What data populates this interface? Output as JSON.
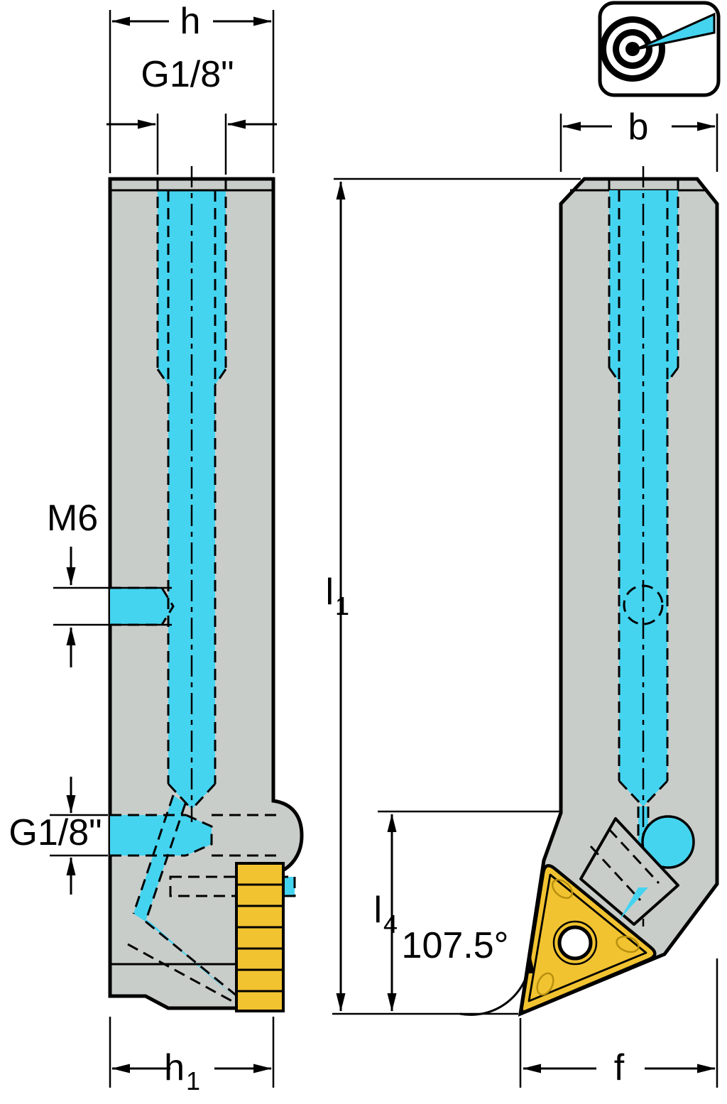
{
  "title": "tool-holder-two-view-technical-drawing",
  "labels": {
    "h": "h",
    "g18_top": "G1/8\"",
    "m6": "M6",
    "g18_side": "G1/8\"",
    "h1_base": "h",
    "h1_sub": "1",
    "b": "b",
    "l1_base": "l",
    "l1_sub": "1",
    "l4_base": "l",
    "l4_sub": "4",
    "angle": "107.5°",
    "f": "f"
  },
  "colors": {
    "body_gray": "#c9cdca",
    "coolant_cyan": "#45d4f0",
    "insert_yellow": "#f2c331",
    "outline_black": "#000000",
    "background": "#ffffff"
  },
  "icons": {
    "coolant": "precision-coolant-target-jet-icon"
  }
}
